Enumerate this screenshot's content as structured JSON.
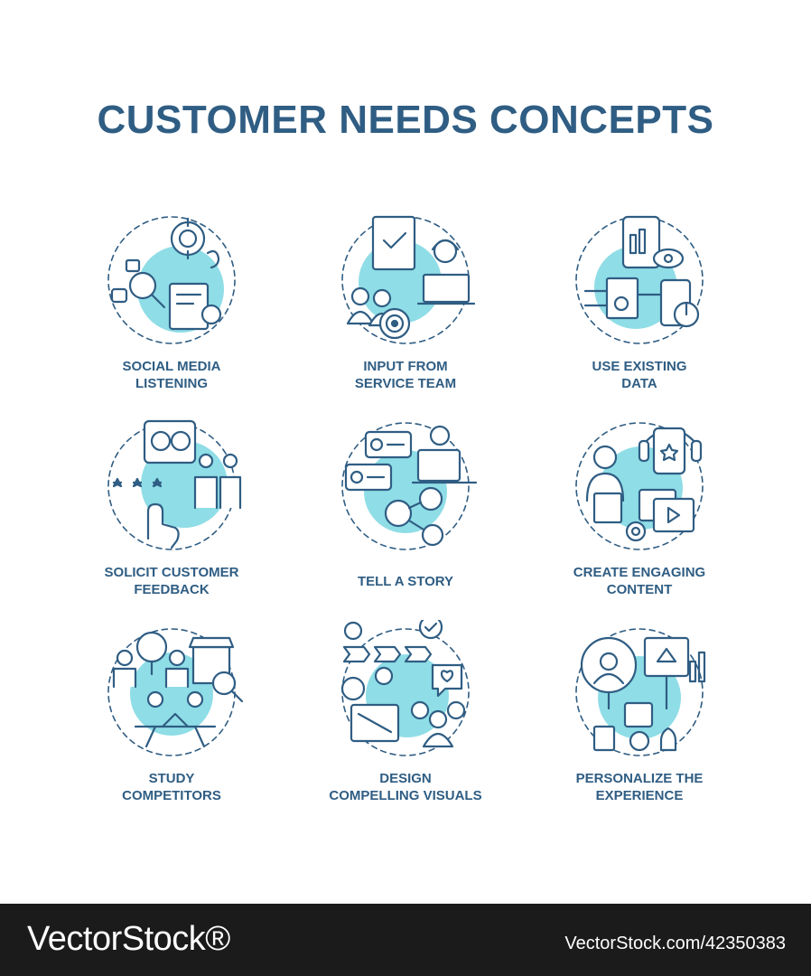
{
  "title": "CUSTOMER NEEDS CONCEPTS",
  "colors": {
    "primary": "#2f5d83",
    "accent": "#8fdde6",
    "footer": "#1b1b1b"
  },
  "concepts": [
    {
      "label": "SOCIAL MEDIA\nLISTENING",
      "icon": "social-media-listening-icon"
    },
    {
      "label": "INPUT FROM\nSERVICE TEAM",
      "icon": "input-from-service-team-icon"
    },
    {
      "label": "USE EXISTING\nDATA",
      "icon": "use-existing-data-icon"
    },
    {
      "label": "SOLICIT CUSTOMER\nFEEDBACK",
      "icon": "solicit-customer-feedback-icon"
    },
    {
      "label": "TELL A STORY",
      "icon": "tell-a-story-icon"
    },
    {
      "label": "CREATE ENGAGING\nCONTENT",
      "icon": "create-engaging-content-icon"
    },
    {
      "label": "STUDY\nCOMPETITORS",
      "icon": "study-competitors-icon"
    },
    {
      "label": "DESIGN\nCOMPELLING VISUALS",
      "icon": "design-compelling-visuals-icon"
    },
    {
      "label": "PERSONALIZE THE\nEXPERIENCE",
      "icon": "personalize-the-experience-icon"
    }
  ],
  "footer": {
    "brand": "VectorStock®",
    "image_id": "VectorStock.com/42350383"
  }
}
